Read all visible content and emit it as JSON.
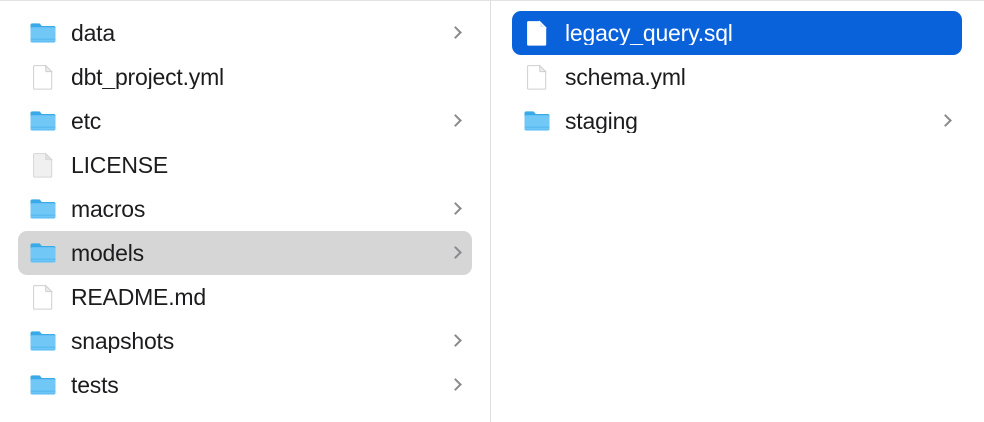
{
  "app": {
    "name": "Finder",
    "view_mode": "column",
    "colors": {
      "selection_active": "#0a62da",
      "selection_inactive": "#d6d6d6",
      "folder_blue": "#6cc5f5",
      "folder_tab_blue": "#3aa9e8",
      "text": "#1c1c1e",
      "text_selected": "#ffffff",
      "divider": "#dedede",
      "chevron": "#8a8a8e"
    }
  },
  "columns": [
    {
      "id": "column-left",
      "name": "parent-directory-column",
      "items": [
        {
          "label": "data",
          "kind": "folder",
          "icon": "folder-icon",
          "has_chevron": true,
          "selected": false
        },
        {
          "label": "dbt_project.yml",
          "kind": "file",
          "icon": "document-icon",
          "has_chevron": false,
          "selected": false
        },
        {
          "label": "etc",
          "kind": "folder",
          "icon": "folder-icon",
          "has_chevron": true,
          "selected": false
        },
        {
          "label": "LICENSE",
          "kind": "file",
          "icon": "generic-document-icon",
          "has_chevron": false,
          "selected": false
        },
        {
          "label": "macros",
          "kind": "folder",
          "icon": "folder-icon",
          "has_chevron": true,
          "selected": false
        },
        {
          "label": "models",
          "kind": "folder",
          "icon": "folder-icon",
          "has_chevron": true,
          "selected": true,
          "selection_style": "inactive"
        },
        {
          "label": "README.md",
          "kind": "file",
          "icon": "document-icon",
          "has_chevron": false,
          "selected": false
        },
        {
          "label": "snapshots",
          "kind": "folder",
          "icon": "folder-icon",
          "has_chevron": true,
          "selected": false
        },
        {
          "label": "tests",
          "kind": "folder",
          "icon": "folder-icon",
          "has_chevron": true,
          "selected": false
        }
      ]
    },
    {
      "id": "column-right",
      "name": "models-directory-column",
      "items": [
        {
          "label": "legacy_query.sql",
          "kind": "file",
          "icon": "document-icon",
          "has_chevron": false,
          "selected": true,
          "selection_style": "active"
        },
        {
          "label": "schema.yml",
          "kind": "file",
          "icon": "document-icon",
          "has_chevron": false,
          "selected": false
        },
        {
          "label": "staging",
          "kind": "folder",
          "icon": "folder-icon",
          "has_chevron": true,
          "selected": false
        }
      ]
    }
  ]
}
